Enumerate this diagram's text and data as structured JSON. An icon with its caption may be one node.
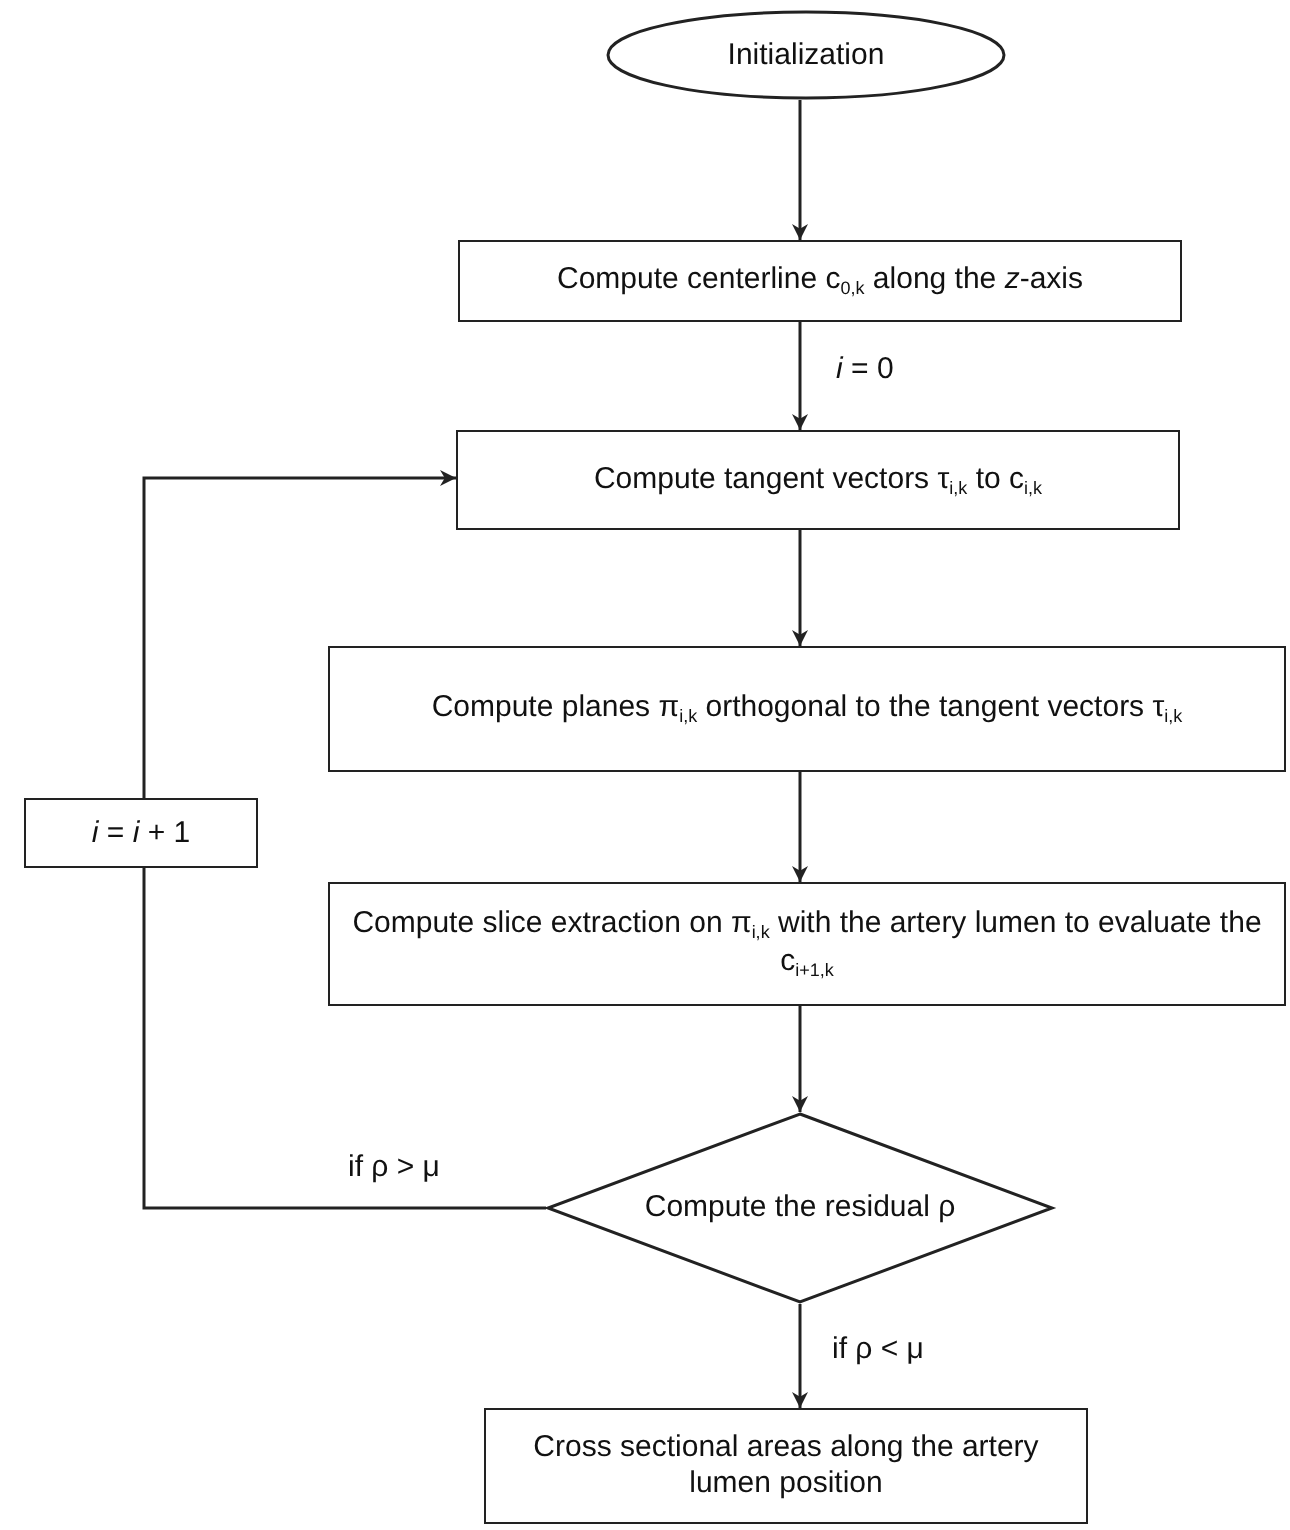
{
  "diagram": {
    "nodes": [
      {
        "text": [
          "Initialization"
        ]
      },
      {
        "text": [
          "Compute centerline c$_{0,k}$ along the *z*-axis"
        ]
      },
      {
        "text": [
          "Compute tangent vectors τ$_{i,k}$ to c$_{i,k}$"
        ]
      },
      {
        "text": [
          "Compute planes π$_{i,k}$ orthogonal to the tangent vectors τ$_{i,k}$"
        ]
      },
      {
        "text": [
          "*i* = *i* + 1"
        ]
      },
      {
        "text": [
          "Compute slice extraction on π$_{i,k}$ with the artery lumen to evaluate the c$_{i+1,k}$"
        ]
      },
      {
        "text": [
          "Compute the residual ρ"
        ]
      },
      {
        "text": [
          "Cross sectional areas along the artery lumen position"
        ]
      }
    ],
    "edges": [
      {
        "from": 0,
        "to": 1,
        "arrow": "to"
      },
      {
        "from": 1,
        "to": 2,
        "arrow": "to",
        "label": "*i* = 0"
      },
      {
        "from": 2,
        "to": 3,
        "arrow": "to"
      },
      {
        "from": 3,
        "to": 5,
        "arrow": "to"
      },
      {
        "from": 5,
        "to": 6,
        "arrow": "to"
      },
      {
        "from": 6,
        "to": 7,
        "arrow": "to",
        "label": "if  ρ < μ"
      },
      {
        "from": 6,
        "to": 4,
        "arrow": "none",
        "label": "if  ρ > μ"
      },
      {
        "from": 4,
        "to": 2,
        "arrow": "to"
      }
    ]
  }
}
